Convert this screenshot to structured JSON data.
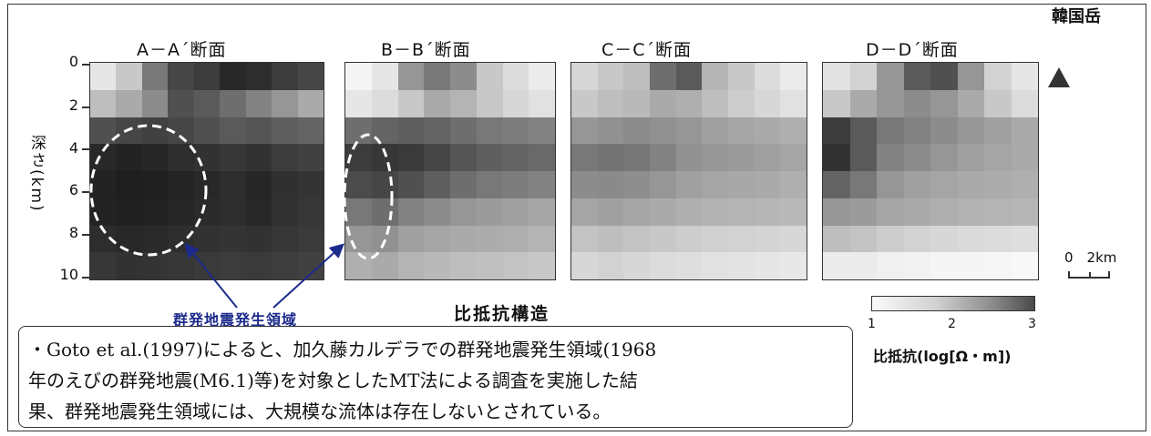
{
  "sections": [
    "A－A´断面",
    "B－B´断面",
    "C－C´断面",
    "D－D´断面"
  ],
  "volcano": "韓国岳",
  "depth_axis": {
    "title": "深さ(km)",
    "ticks": [
      "0",
      "2",
      "4",
      "6",
      "8",
      "10"
    ]
  },
  "scale": {
    "label": "0　2km"
  },
  "swarm_label": "群発地震発生領域",
  "structure_label": "比抵抗構造",
  "colorbar": {
    "ticks": [
      "1",
      "2",
      "3"
    ],
    "title": "比抵抗(log[Ω・m])"
  },
  "note_lines": [
    "・Goto et al.(1997)によると、加久藤カルデラでの群発地震発生領域(1968",
    "年のえびの群発地震(M6.1)等)を対象としたMT法による調査を実施した結",
    "果、群発地震発生領域には、大規模な流体は存在しないとされている。"
  ],
  "colors": {
    "arrow": "#1c2a8c",
    "frame": "#333333"
  }
}
